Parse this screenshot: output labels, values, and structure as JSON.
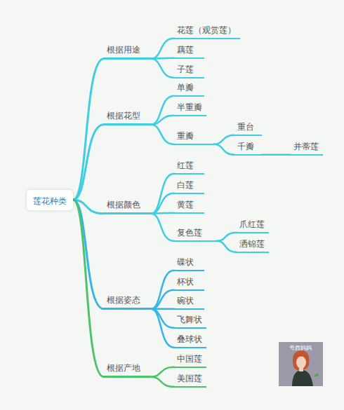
{
  "diagram": {
    "nodes": [
      {
        "text": [
          "莲花种类"
        ]
      },
      {
        "text": [
          "根据用途"
        ]
      },
      {
        "text": [
          "花莲（观赏莲）"
        ]
      },
      {
        "text": [
          "藕莲"
        ]
      },
      {
        "text": [
          "子莲"
        ]
      },
      {
        "text": [
          "根据花型"
        ]
      },
      {
        "text": [
          "单瓣"
        ]
      },
      {
        "text": [
          "半重瓣"
        ]
      },
      {
        "text": [
          "重瓣"
        ]
      },
      {
        "text": [
          "重台"
        ]
      },
      {
        "text": [
          "千瓣"
        ]
      },
      {
        "text": [
          "并蒂莲"
        ]
      },
      {
        "text": [
          "根据颜色"
        ]
      },
      {
        "text": [
          "红莲"
        ]
      },
      {
        "text": [
          "白莲"
        ]
      },
      {
        "text": [
          "黄莲"
        ]
      },
      {
        "text": [
          "复色莲"
        ]
      },
      {
        "text": [
          "爪红莲"
        ]
      },
      {
        "text": [
          "洒锦莲"
        ]
      },
      {
        "text": [
          "根据姿态"
        ]
      },
      {
        "text": [
          "碟状"
        ]
      },
      {
        "text": [
          "杯状"
        ]
      },
      {
        "text": [
          "碗状"
        ]
      },
      {
        "text": [
          "飞舞状"
        ]
      },
      {
        "text": [
          "叠球状"
        ]
      },
      {
        "text": [
          "根据产地"
        ]
      },
      {
        "text": [
          "中国莲"
        ]
      },
      {
        "text": [
          "美国莲"
        ]
      }
    ],
    "edges": [
      {
        "from": 0,
        "to": 1,
        "arrow": "none"
      },
      {
        "from": 1,
        "to": 2,
        "arrow": "none"
      },
      {
        "from": 1,
        "to": 3,
        "arrow": "none"
      },
      {
        "from": 1,
        "to": 4,
        "arrow": "none"
      },
      {
        "from": 0,
        "to": 5,
        "arrow": "none"
      },
      {
        "from": 5,
        "to": 6,
        "arrow": "none"
      },
      {
        "from": 5,
        "to": 7,
        "arrow": "none"
      },
      {
        "from": 5,
        "to": 8,
        "arrow": "none"
      },
      {
        "from": 8,
        "to": 9,
        "arrow": "none"
      },
      {
        "from": 8,
        "to": 10,
        "arrow": "none"
      },
      {
        "from": 10,
        "to": 11,
        "arrow": "none"
      },
      {
        "from": 0,
        "to": 12,
        "arrow": "none"
      },
      {
        "from": 12,
        "to": 13,
        "arrow": "none"
      },
      {
        "from": 12,
        "to": 14,
        "arrow": "none"
      },
      {
        "from": 12,
        "to": 15,
        "arrow": "none"
      },
      {
        "from": 12,
        "to": 16,
        "arrow": "none"
      },
      {
        "from": 16,
        "to": 17,
        "arrow": "none"
      },
      {
        "from": 16,
        "to": 18,
        "arrow": "none"
      },
      {
        "from": 0,
        "to": 19,
        "arrow": "none"
      },
      {
        "from": 19,
        "to": 20,
        "arrow": "none"
      },
      {
        "from": 19,
        "to": 21,
        "arrow": "none"
      },
      {
        "from": 19,
        "to": 22,
        "arrow": "none"
      },
      {
        "from": 19,
        "to": 23,
        "arrow": "none"
      },
      {
        "from": 19,
        "to": 24,
        "arrow": "none"
      },
      {
        "from": 0,
        "to": 25,
        "arrow": "none"
      },
      {
        "from": 25,
        "to": 26,
        "arrow": "none"
      },
      {
        "from": 25,
        "to": 27,
        "arrow": "none"
      }
    ],
    "labels": [
      "号西妈妈"
    ]
  }
}
